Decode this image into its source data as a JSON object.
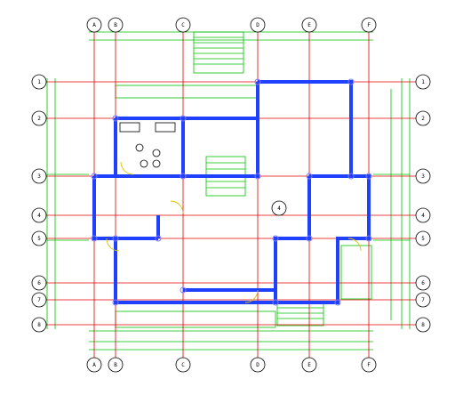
{
  "colors": {
    "background": "#ffffff",
    "axis_line": "#e00000",
    "dimension": "#00c000",
    "wall_outer": "#2040ff",
    "wall_inner": "#3355ff",
    "bubble": "#000000",
    "node": "#7a7aff",
    "furniture": "#000000",
    "door_arc": "#e0c000"
  },
  "drawing": {
    "title": "",
    "top_bubbles": [
      "A",
      "B",
      "C",
      "D",
      "E",
      "F"
    ],
    "bottom_bubbles": [
      "A",
      "B",
      "C",
      "D",
      "E",
      "F"
    ],
    "left_bubbles": [
      "1",
      "2",
      "3",
      "4",
      "5",
      "6",
      "7",
      "8"
    ],
    "right_bubbles": [
      "1",
      "2",
      "3",
      "4",
      "5",
      "6",
      "7",
      "8"
    ],
    "center_bubble": "4"
  }
}
